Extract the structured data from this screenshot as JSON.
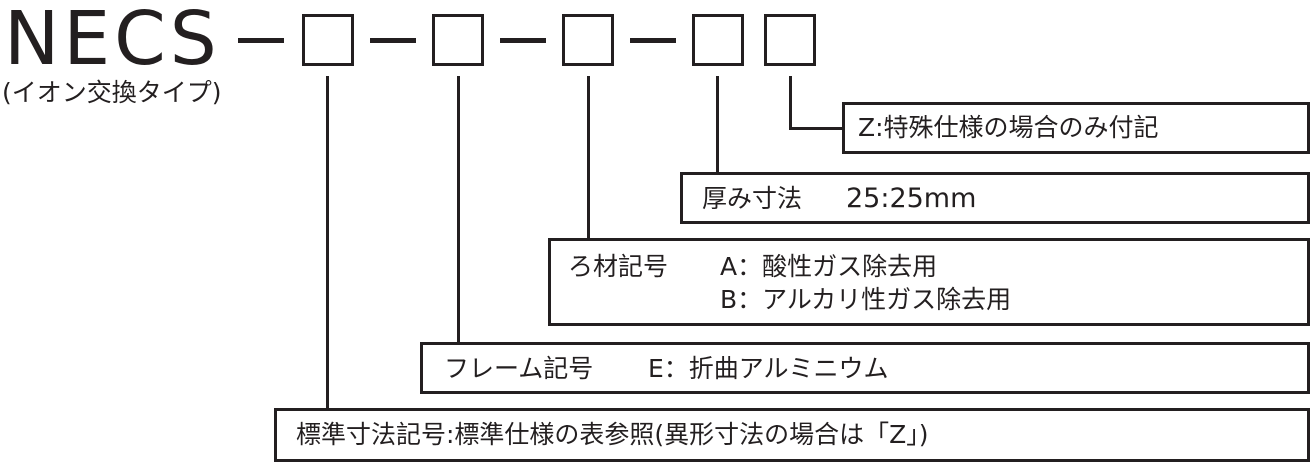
{
  "header": {
    "model_code": "NECS",
    "subtitle": "(イオン交換タイプ)"
  },
  "fields": {
    "special_spec": {
      "text": "Z:特殊仕様の場合のみ付記"
    },
    "thickness": {
      "label": "厚み寸法",
      "option": "25:25mm"
    },
    "filter_media": {
      "label": "ろ材記号",
      "options": [
        "A：酸性ガス除去用",
        "B：アルカリ性ガス除去用"
      ]
    },
    "frame": {
      "label": "フレーム記号",
      "option": "E：折曲アルミニウム"
    },
    "standard_size": {
      "text": "標準寸法記号:標準仕様の表参照(異形寸法の場合は「Z」)"
    }
  },
  "colors": {
    "ink": "#231f20",
    "background": "#ffffff"
  }
}
